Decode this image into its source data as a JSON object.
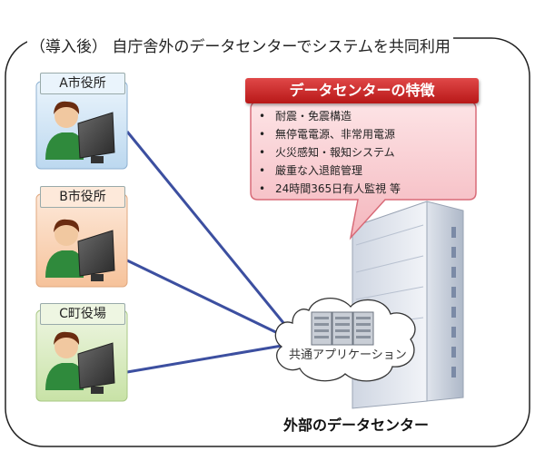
{
  "title": "（導入後） 自庁舎外のデータセンターでシステムを共同利用",
  "municipalities": [
    {
      "label": "A市役所",
      "color": "blue"
    },
    {
      "label": "B市役所",
      "color": "orange"
    },
    {
      "label": "C町役場",
      "color": "green"
    }
  ],
  "features": {
    "header": "データセンターの特徴",
    "items": [
      "耐震・免震構造",
      "無停電電源、非常用電源",
      "火災感知・報知システム",
      "厳重な入退館管理",
      "24時間365日有人監視 等"
    ],
    "bullet": "•"
  },
  "cloud_label": "共通アプリケーション",
  "datacenter_label": "外部のデータセンター",
  "colors": {
    "blue_panel": "#d7e9f7",
    "orange_panel": "#fbd7bd",
    "green_panel": "#dcecc4",
    "callout_fill": "#f7c8cc",
    "callout_border": "#d86b78",
    "header_red": "#c62828",
    "line": "#3c4fa0"
  }
}
